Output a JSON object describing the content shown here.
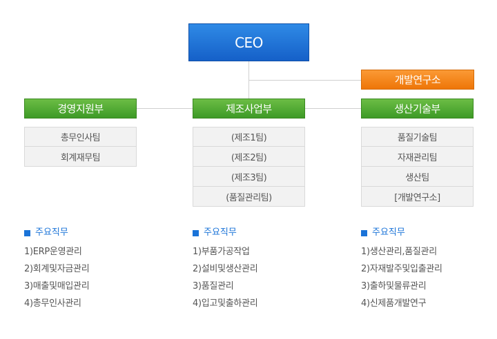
{
  "ceo": "CEO",
  "lab": "개발연구소",
  "departments": [
    {
      "name": "경영지원부",
      "teams": [
        "총무인사팀",
        "회계재무팀"
      ],
      "duties_title": "주요직무",
      "duties": [
        "1)ERP운영관리",
        "2)회계및자금관리",
        "3)매출및매입관리",
        "4)총무인사관리"
      ]
    },
    {
      "name": "제조사업부",
      "teams": [
        "(제조1팀)",
        "(제조2팀)",
        "(제조3팀)",
        "(품질관리팀)"
      ],
      "duties_title": "주요직무",
      "duties": [
        "1)부품가공작업",
        "2)설비및생산관리",
        "3)품질관리",
        "4)입고및출하관리"
      ]
    },
    {
      "name": "생산기술부",
      "teams": [
        "품질기술팀",
        "자재관리팀",
        "생산팀",
        "[개발연구소]"
      ],
      "duties_title": "주요직무",
      "duties": [
        "1)생산관리,품질관리",
        "2)자재발주및입출관리",
        "3)출하및물류관리",
        "4)신제품개발연구"
      ]
    }
  ],
  "colors": {
    "ceo": "#1f74d6",
    "lab": "#f5850f",
    "department": "#4fa932",
    "accent": "#1a73d8"
  }
}
